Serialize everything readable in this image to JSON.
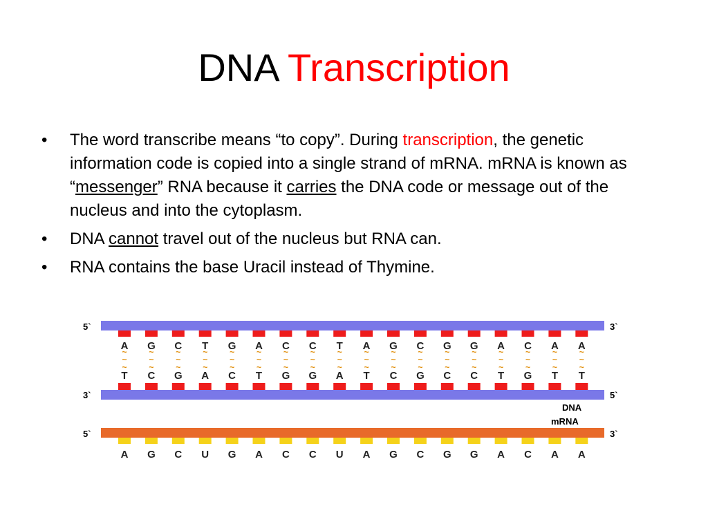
{
  "title": {
    "part1": "DNA",
    "part2": "Transcription"
  },
  "bullets": [
    {
      "t1": "The word transcribe means “to copy”.  During ",
      "t2": "transcription",
      "t3": ", the genetic information code is copied into a single strand of mRNA. mRNA is known as “",
      "t4": "messenger",
      "t5": "” RNA because it ",
      "t6": "carries",
      "t7": " the DNA code or message out of the nucleus and into the cytoplasm."
    },
    {
      "t1": "DNA ",
      "t2": "cannot",
      "t3": " travel out of the nucleus but RNA can."
    },
    {
      "t1": "RNA contains the base Uracil instead of Thymine."
    }
  ],
  "bullet_char": "•",
  "diagram": {
    "dna_top": {
      "end_left": "5`",
      "end_right": "3`",
      "bases": [
        "A",
        "G",
        "C",
        "T",
        "G",
        "A",
        "C",
        "C",
        "T",
        "A",
        "G",
        "C",
        "G",
        "G",
        "A",
        "C",
        "A",
        "A"
      ]
    },
    "pair_mark": "~",
    "dna_bottom": {
      "end_left": "3`",
      "end_right": "5`",
      "bases": [
        "T",
        "C",
        "G",
        "A",
        "C",
        "T",
        "G",
        "G",
        "A",
        "T",
        "C",
        "G",
        "C",
        "C",
        "T",
        "G",
        "T",
        "T"
      ]
    },
    "dna_label": "DNA",
    "mrna_label": "mRNA",
    "mrna": {
      "end_left": "5`",
      "end_right": "3`",
      "bases": [
        "A",
        "G",
        "C",
        "U",
        "G",
        "A",
        "C",
        "C",
        "U",
        "A",
        "G",
        "C",
        "G",
        "G",
        "A",
        "C",
        "A",
        "A"
      ]
    },
    "colors": {
      "dna_backbone": "#7a78e8",
      "dna_base": "#ee1c1c",
      "mrna_backbone": "#e86a2a",
      "mrna_base": "#f5d21a",
      "pair_mark": "#e08a00"
    }
  }
}
